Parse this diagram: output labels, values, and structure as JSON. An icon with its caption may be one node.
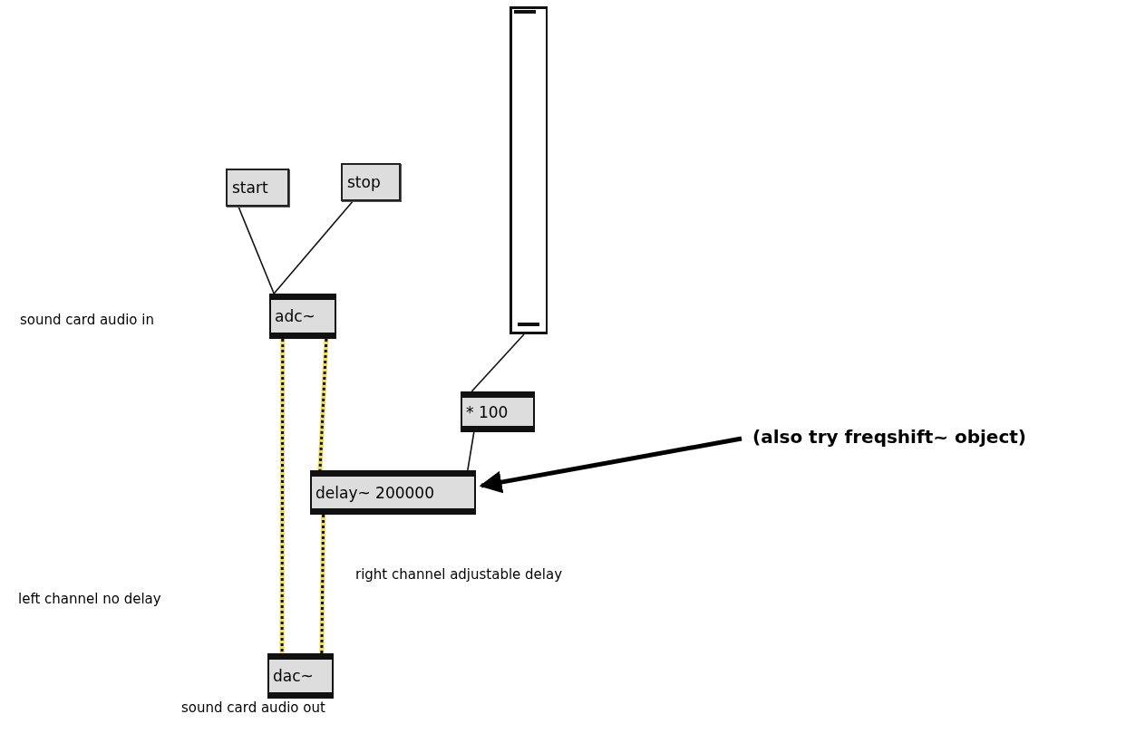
{
  "diagram": {
    "nodes": [
      {
        "text": [
          "start"
        ]
      },
      {
        "text": [
          "stop"
        ]
      },
      {
        "text": [
          "adc~"
        ]
      },
      {
        "text": [],
        "shape": "bar"
      },
      {
        "text": [
          "* 100"
        ]
      },
      {
        "text": [
          "delay~ 200000"
        ]
      },
      {
        "text": [
          "dac~"
        ],
        "beside": [
          "sound card audio out"
        ]
      },
      {
        "text": [
          "(also try freqshift~ object)"
        ]
      }
    ],
    "edges": [
      {
        "from": 0,
        "to": 2,
        "arrow": "none"
      },
      {
        "from": 1,
        "to": 2,
        "arrow": "none"
      },
      {
        "from": 2,
        "to": 6,
        "arrow": "none",
        "style": "thick",
        "color": "#f0dc50"
      },
      {
        "from": 2,
        "to": 5,
        "arrow": "none",
        "style": "thick",
        "color": "#f0dc50"
      },
      {
        "from": 3,
        "to": 4,
        "arrow": "none"
      },
      {
        "from": 4,
        "to": 5,
        "arrow": "none"
      },
      {
        "from": 5,
        "to": 6,
        "arrow": "none",
        "style": "thick",
        "color": "#f0dc50"
      },
      {
        "from": 7,
        "to": 5,
        "arrow": "to",
        "style": "thick"
      }
    ],
    "labels": [
      "sound card audio in",
      "right channel adjustable delay",
      "left channel no delay"
    ]
  }
}
